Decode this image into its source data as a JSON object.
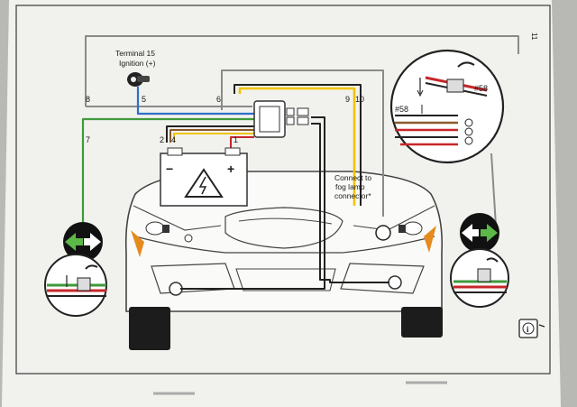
{
  "page_number": "11",
  "labels": {
    "terminal_line1": "Terminal 15",
    "terminal_line2": "Ignition (+)",
    "fog_line1": "Connect to",
    "fog_line2": "fog lamp",
    "fog_line3": "connector*",
    "hash58_right": "#58",
    "hash58_left": "#58"
  },
  "wire_numbers": {
    "w1": "1",
    "w2": "2",
    "w4": "4",
    "w5": "5",
    "w6": "6",
    "w7": "7",
    "w8": "8",
    "w9": "9",
    "w10": "10"
  },
  "battery": {
    "minus": "−",
    "plus": "+"
  },
  "colors": {
    "paper": "#f2f2ef",
    "wire_grey": "#8a8a8a",
    "wire_blue": "#2f6fc6",
    "wire_green": "#3f9a3a",
    "wire_red": "#c7262a",
    "wire_yellow": "#f2c400",
    "wire_brown": "#8a5a2b",
    "wire_black": "#222222",
    "indicator_amber": "#e58a1e",
    "arrow_green": "#5cb847"
  },
  "icons": [
    "ignition-key-icon",
    "high-voltage-warning-icon",
    "turn-signal-arrows-icon",
    "info-manual-icon",
    "headlight-symbol-icon"
  ]
}
